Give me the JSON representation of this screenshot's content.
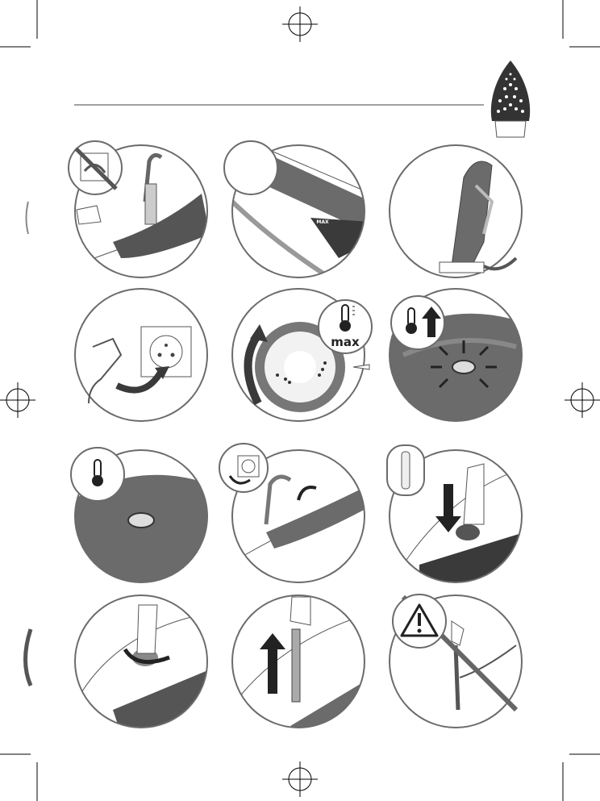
{
  "colors": {
    "line": "#6b6b6b",
    "dark": "#3a3a3a",
    "mid": "#7a7a7a",
    "light": "#bdbdbd"
  },
  "steps": [
    {
      "icon": "no-plug-faucet-fill"
    },
    {
      "icon": "fill-to-max",
      "label": "MAX"
    },
    {
      "icon": "iron-upright"
    },
    {
      "icon": "plug-in"
    },
    {
      "icon": "dial-to-max",
      "label": "max"
    },
    {
      "icon": "light-on-heating"
    },
    {
      "icon": "light-off-ready"
    },
    {
      "icon": "unplug-fill"
    },
    {
      "icon": "press-button"
    },
    {
      "icon": "turn-knob"
    },
    {
      "icon": "pull-valve"
    },
    {
      "icon": "warning-no-rod"
    }
  ]
}
